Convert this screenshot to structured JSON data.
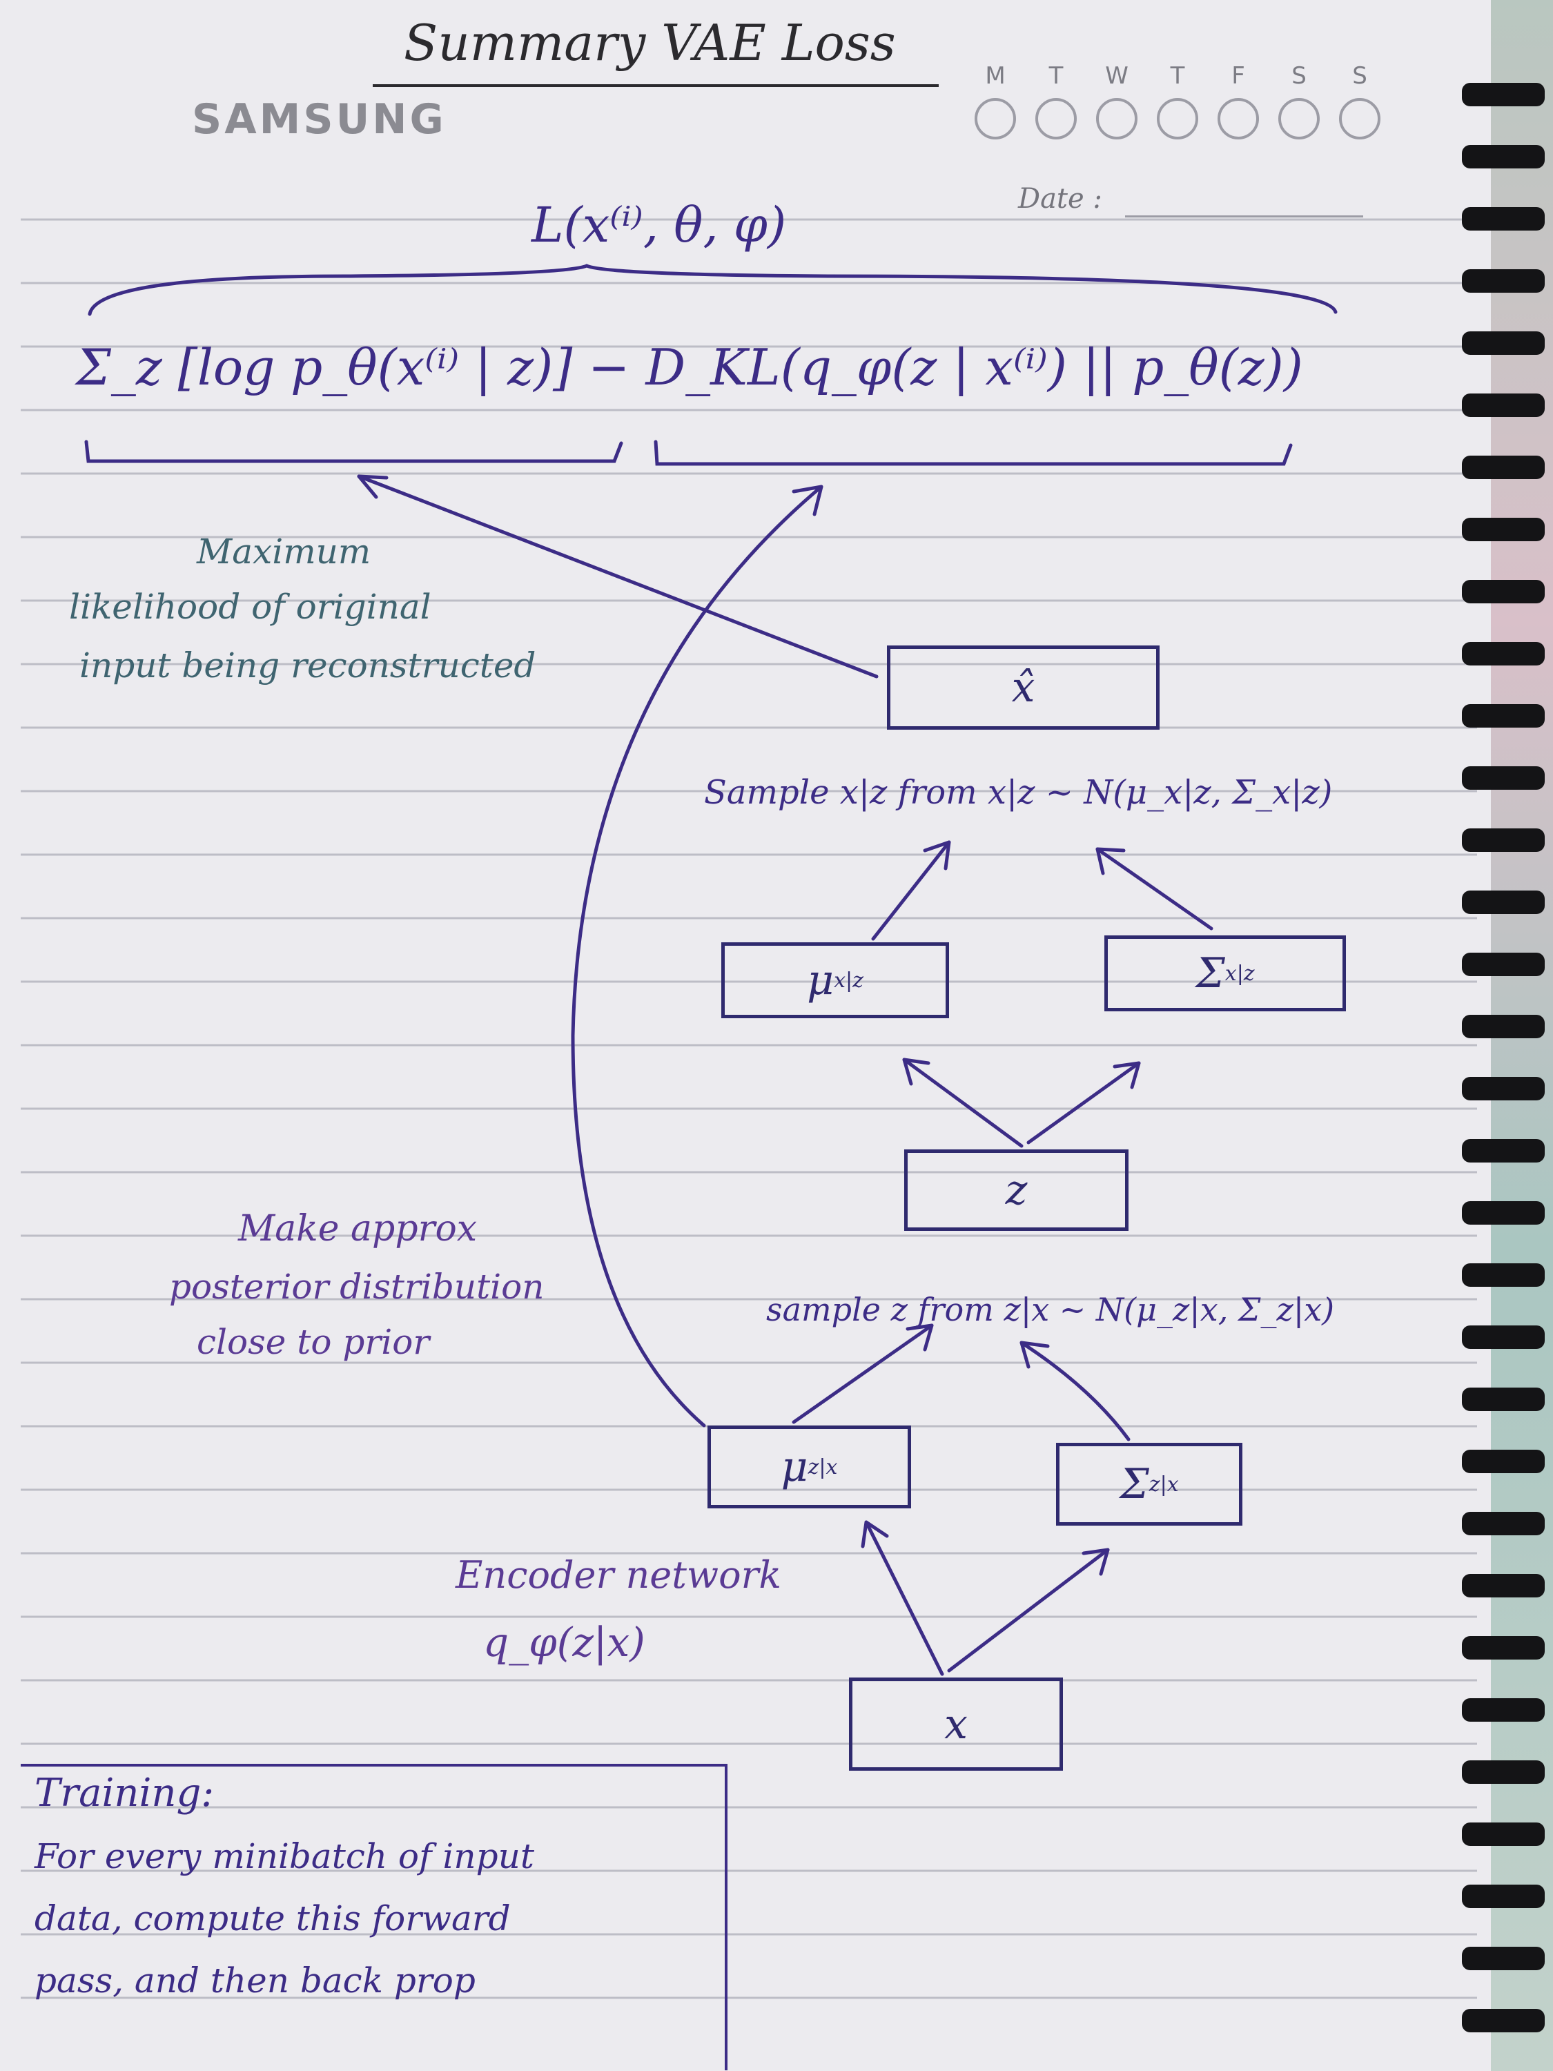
{
  "header": {
    "title": "Summary VAE Loss",
    "brand": "SAMSUNG",
    "days": [
      "M",
      "T",
      "W",
      "T",
      "F",
      "S",
      "S"
    ],
    "date_label": "Date :"
  },
  "equation": {
    "loss_label": "L(x⁽ⁱ⁾, θ, φ)",
    "main": "Σ_z [log p_θ(x⁽ⁱ⁾ | z)] − D_KL(q_φ(z | x⁽ⁱ⁾) || p_θ(z))"
  },
  "notes": {
    "reconstruction": [
      "Maximum",
      "likelihood of original",
      "input being reconstructed"
    ],
    "kl": [
      "Make approx",
      "posterior distribution",
      "close to prior"
    ]
  },
  "diagram": {
    "x_hat": "x̂",
    "sample_xz": "Sample x|z from x|z ~ N(μ_x|z, Σ_x|z)",
    "mu_xz": "μ",
    "mu_xz_sub": "x|z",
    "sigma_xz": "Σ",
    "sigma_xz_sub": "x|z",
    "z": "z",
    "sample_z": "sample z from z|x ~ N(μ_z|x, Σ_z|x)",
    "mu_zx": "μ",
    "mu_zx_sub": "z|x",
    "sigma_zx": "Σ",
    "sigma_zx_sub": "z|x",
    "encoder_label": "Encoder network",
    "encoder_fn": "q_φ(z|x)",
    "x": "x"
  },
  "training": {
    "title": "Training:",
    "lines": [
      "For every minibatch of input",
      "data, compute this forward",
      "pass, and then back prop"
    ]
  }
}
